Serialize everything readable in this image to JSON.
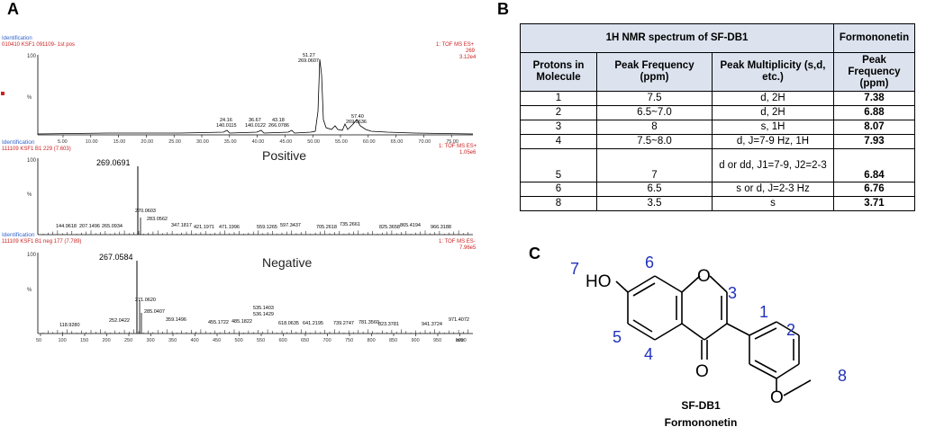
{
  "panels": {
    "a": "A",
    "b": "B",
    "c": "C"
  },
  "spectrum_top": {
    "header_line1": "Identification",
    "header_line2": "010410 KSF1 091109- 1st pos",
    "mode": "1: TOF MS ES+",
    "value1": "269",
    "value2": "3.12e4",
    "y_ticks": [
      "100",
      "%"
    ],
    "x_ticks": [
      "5.00",
      "10.00",
      "15.00",
      "20.00",
      "25.00",
      "30.00",
      "35.00",
      "40.00",
      "45.00",
      "50.00",
      "55.00",
      "60.00",
      "65.00",
      "70.00",
      "75.00"
    ],
    "peaks": [
      {
        "label": "51.27",
        "label2": "269.0607"
      },
      {
        "label": "24.16",
        "label2": "140.0115"
      },
      {
        "label": "36.67",
        "label2": "140.0122"
      },
      {
        "label": "43.18",
        "label2": "266.0786"
      },
      {
        "label": "57.40",
        "label2": "269.0636"
      }
    ]
  },
  "spectrum_pos": {
    "header_line1": "Identification",
    "header_line2": "111109 KSF1 B1 229 (7.603)",
    "mode": "1: TOF MS ES+",
    "value": "1.05e6",
    "title": "Positive",
    "main_peak": "269.0691",
    "y_ticks": [
      "100",
      "%"
    ],
    "peaks": [
      "270.0603",
      "144.9618",
      "207.1496",
      "265.0934",
      "283.0562",
      "347.1817",
      "421.1971",
      "471.1996",
      "559.1265",
      "597.3437",
      "705.2618",
      "735.2661",
      "825.3658",
      "865.4194",
      "966.3188"
    ]
  },
  "spectrum_neg": {
    "header_line1": "Identification",
    "header_line2": "111109 KSF1 B1 neg 177 (7.789)",
    "mode": "1: TOF MS ES-",
    "value": "7.96e5",
    "title": "Negative",
    "main_peak": "267.0584",
    "y_ticks": [
      "100",
      "%"
    ],
    "x_ticks": [
      "50",
      "100",
      "150",
      "200",
      "250",
      "300",
      "350",
      "400",
      "450",
      "500",
      "550",
      "600",
      "650",
      "700",
      "750",
      "800",
      "850",
      "900",
      "950",
      "1000"
    ],
    "x_unit": "m/z",
    "peaks": [
      "271.0620",
      "118.9280",
      "252.0422",
      "285.0407",
      "359.1496",
      "455.1722",
      "485.1822",
      "535.1403",
      "536.1429",
      "618.0635",
      "641.2195",
      "739.2747",
      "781.3560",
      "823.3781",
      "941.3724",
      "971.4072"
    ]
  },
  "table": {
    "header_left": "1H NMR spectrum of SF-DB1",
    "header_right": "Formononetin",
    "col1": "Protons in Molecule",
    "col2": "Peak Frequency (ppm)",
    "col3": "Peak Multiplicity (s,d, etc.)",
    "col4": "Peak Frequency (ppm)",
    "rows": [
      {
        "proton": "1",
        "freq": "7.5",
        "mult": "d, 2H",
        "ref": "7.38"
      },
      {
        "proton": "2",
        "freq": "6.5~7.0",
        "mult": "d, 2H",
        "ref": "6.88"
      },
      {
        "proton": "3",
        "freq": "8",
        "mult": "s, 1H",
        "ref": "8.07"
      },
      {
        "proton": "4",
        "freq": "7.5~8.0",
        "mult": "d, J=7-9 Hz, 1H",
        "ref": "7.93"
      },
      {
        "proton": "5",
        "freq": "7",
        "mult": "d or dd, J1=7-9, J2=2-3",
        "ref": "6.84"
      },
      {
        "proton": "6",
        "freq": "6.5",
        "mult": "s or d, J=2-3 Hz",
        "ref": "6.76"
      },
      {
        "proton": "8",
        "freq": "3.5",
        "mult": "s",
        "ref": "3.71"
      }
    ]
  },
  "structure": {
    "atom_ho": "HO",
    "atom_o": "O",
    "numbers": [
      "7",
      "6",
      "3",
      "1",
      "2",
      "5",
      "4",
      "8"
    ],
    "name1": "SF-DB1",
    "name2": "Formononetin"
  }
}
